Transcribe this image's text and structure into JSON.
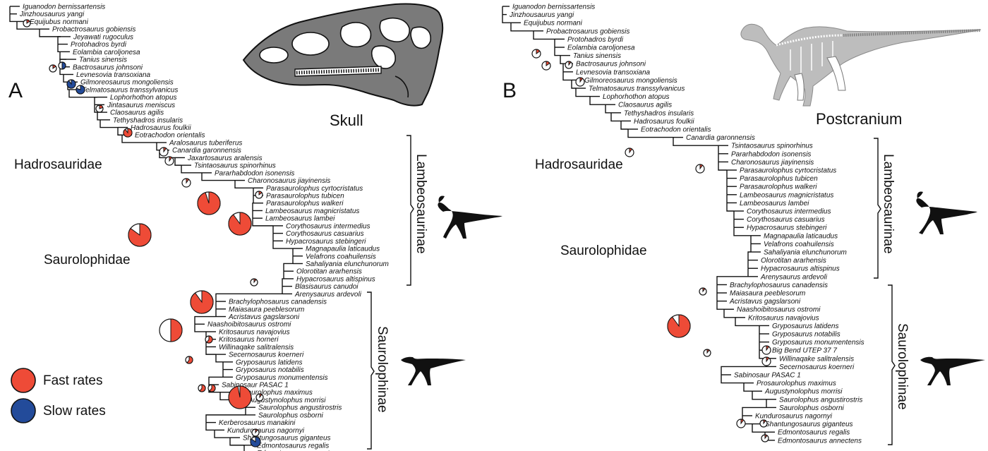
{
  "colors": {
    "fast": "#ee4b37",
    "slow": "#234b9a",
    "line": "#111111",
    "skull_fill": "#777777",
    "skeleton": "#9a9a9a",
    "silhouette": "#111111"
  },
  "panel_a": {
    "label": "A",
    "image_title": "Skull",
    "taxa": [
      "Iguanodon bernissartensis",
      "Jinzhousaurus yangi",
      "Equijubus normani",
      "Probactrosaurus gobiensis",
      "Jeyawati rugoculus",
      "Protohadros byrdi",
      "Eolambia caroljonesa",
      "Tanius sinensis",
      "Bactrosaurus johnsoni",
      "Levnesovia transoxiana",
      "Gilmoreosaurus mongoliensis",
      "Telmatosaurus transsylvanicus",
      "Lophorhothon atopus",
      "Jintasaurus meniscus",
      "Claosaurus agilis",
      "Tethyshadros insularis",
      "Hadrosaurus foulkii",
      "Eotrachodon orientalis",
      "Aralosaurus tuberiferus",
      "Canardia garonnensis",
      "Jaxartosaurus aralensis",
      "Tsintaosaurus spinorhinus",
      "Pararhabdodon isonensis",
      "Charonosaurus jiayinensis",
      "Parasaurolophus cyrtocristatus",
      "Parasaurolophus tubicen",
      "Parasaurolophus walkeri",
      "Lambeosaurus magnicristatus",
      "Lambeosaurus lambei",
      "Corythosaurus intermedius",
      "Corythosaurus casuarius",
      "Hypacrosaurus stebingeri",
      "Magnapaulia laticaudus",
      "Velafrons coahuilensis",
      "Sahaliyania elunchunorum",
      "Olorotitan ararhensis",
      "Hypacrosaurus altispinus",
      "Blasisaurus canudoi",
      "Arenysaurus ardevoli",
      "Brachylophosaurus canadensis",
      "Maiasaura peeblesorum",
      "Acristavus gagslarsoni",
      "Naashoibitosaurus ostromi",
      "Kritosaurus navajovius",
      "Kritosaurus horneri",
      "Willinaqake salitralensis",
      "Secernosaurus koerneri",
      "Gryposaurus latidens",
      "Gryposaurus notabilis",
      "Gryposaurus monumentensis",
      "Sabinosaur PASAC 1",
      "Prosaurolophus maximus",
      "Augustynolophus morrisi",
      "Saurolophus angustirostris",
      "Saurolophus osborni",
      "Kerberosaurus manakini",
      "Kundurosaurus nagornyi",
      "Shantungosaurus giganteus",
      "Edmontosaurus regalis",
      "Edmontosaurus annectens"
    ],
    "clades": {
      "hadrosauridae": "Hadrosauridae",
      "saurolophidae": "Saurolophidae",
      "lambeosaurinae": "Lambeosaurinae",
      "saurolophinae": "Saurolophinae"
    },
    "legend": {
      "fast_label": "Fast rates",
      "slow_label": "Slow rates"
    }
  },
  "panel_b": {
    "label": "B",
    "image_title": "Postcranium",
    "taxa": [
      "Iguanodon bernissartensis",
      "Jinzhousaurus yangi",
      "Equijubus normani",
      "Probactrosaurus gobiensis",
      "Protohadros byrdi",
      "Eolambia caroljonesa",
      "Tanius sinensis",
      "Bactrosaurus johnsoni",
      "Levnesovia transoxiana",
      "Gilmoreosaurus mongoliensis",
      "Telmatosaurus transsylvanicus",
      "Lophorhothon atopus",
      "Claosaurus agilis",
      "Tethyshadros insularis",
      "Hadrosaurus foulkii",
      "Eotrachodon orientalis",
      "Canardia garonnensis",
      "Tsintaosaurus spinorhinus",
      "Pararhabdodon isonensis",
      "Charonosaurus jiayinensis",
      "Parasaurolophus cyrtocristatus",
      "Parasaurolophus tubicen",
      "Parasaurolophus walkeri",
      "Lambeosaurus magnicristatus",
      "Lambeosaurus lambei",
      "Corythosaurus intermedius",
      "Corythosaurus casuarius",
      "Hypacrosaurus stebingeri",
      "Magnapaulia laticaudus",
      "Velafrons coahuilensis",
      "Sahaliyania elunchunorum",
      "Olorotitan ararhensis",
      "Hypacrosaurus altispinus",
      "Arenysaurus ardevoli",
      "Brachylophosaurus canadensis",
      "Maiasaura peeblesorum",
      "Acristavus gagslarsoni",
      "Naashoibitosaurus ostromi",
      "Kritosaurus navajovius",
      "Gryposaurus latidens",
      "Gryposaurus notabilis",
      "Gryposaurus monumentensis",
      "Big Bend UTEP 37 7",
      "Willinaqake salitralensis",
      "Secernosaurus koerneri",
      "Sabinosaur PASAC 1",
      "Prosaurolophus maximus",
      "Augustynolophus morrisi",
      "Saurolophus angustirostris",
      "Saurolophus osborni",
      "Kundurosaurus nagornyi",
      "Shantungosaurus giganteus",
      "Edmontosaurus regalis",
      "Edmontosaurus annectens"
    ],
    "clades": {
      "hadrosauridae": "Hadrosauridae",
      "saurolophidae": "Saurolophidae",
      "lambeosaurinae": "Lambeosaurinae",
      "saurolophinae": "Saurolophinae"
    }
  }
}
